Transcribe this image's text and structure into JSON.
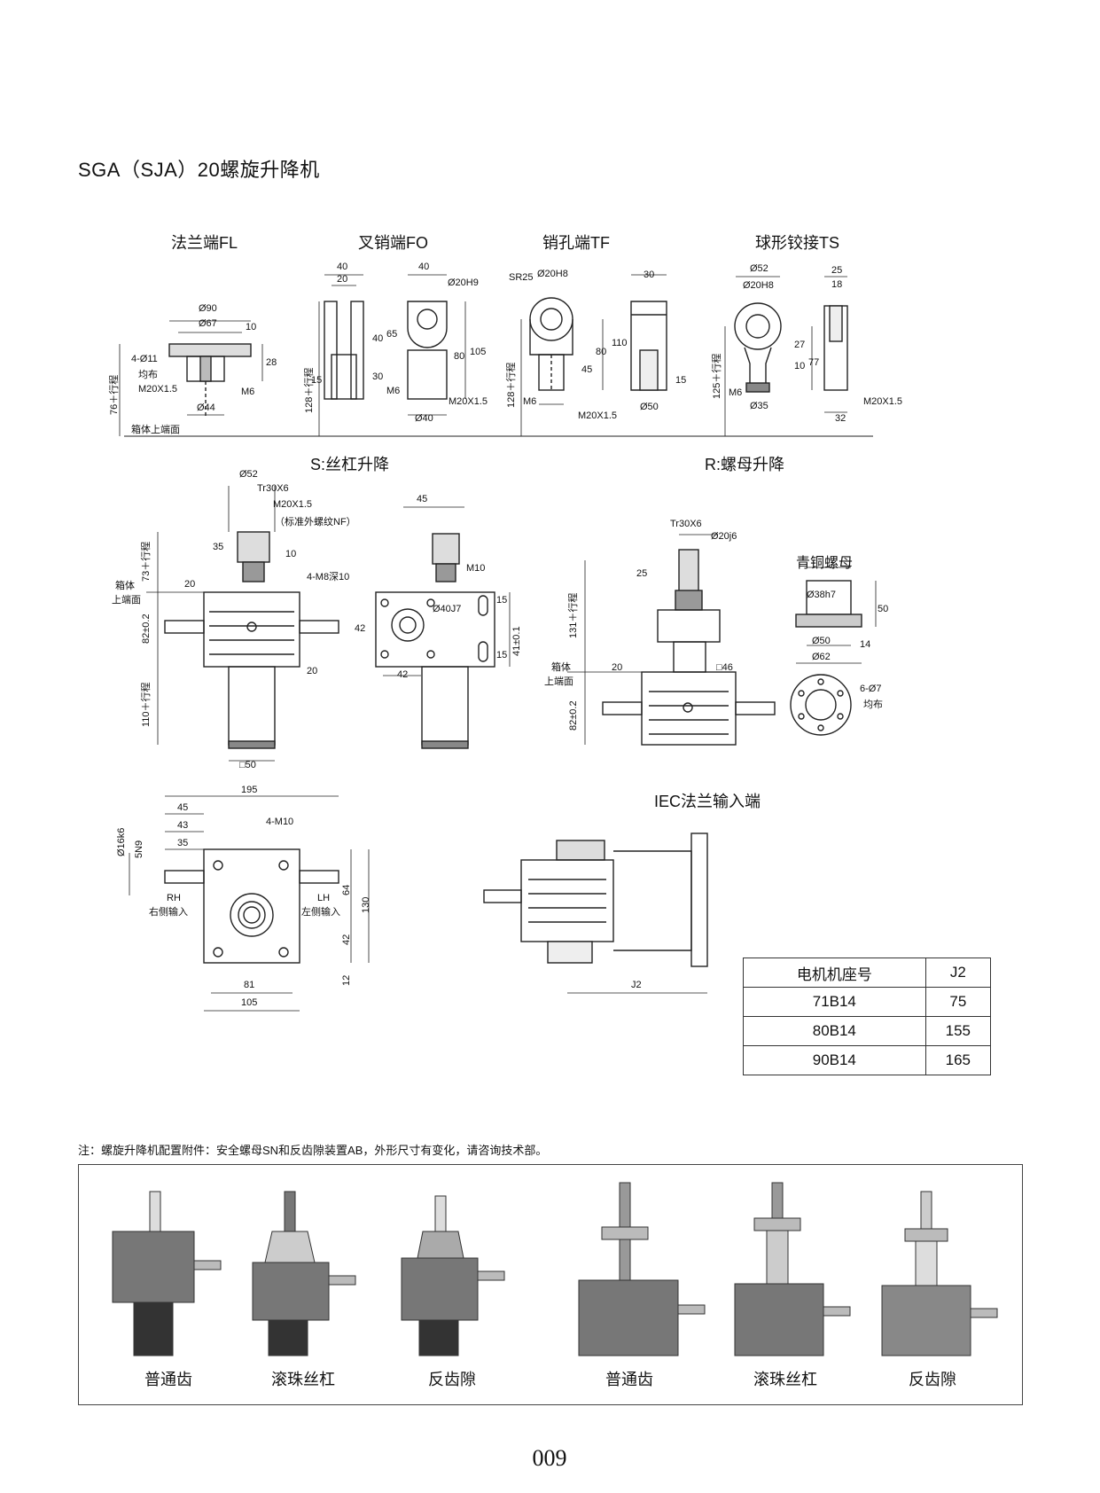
{
  "title": "SGA（SJA）20螺旋升降机",
  "ends": {
    "fl": {
      "title": "法兰端FL",
      "d1": "Ø90",
      "d2": "Ø67",
      "h1": "10",
      "h2": "28",
      "holes": "4-Ø11",
      "even": "均布",
      "thread": "M20X1.5",
      "d3": "Ø44",
      "m": "M6",
      "stroke": "76＋行程"
    },
    "fo": {
      "title": "叉销端FO",
      "w1": "40",
      "w2": "20",
      "w3": "40",
      "hole": "Ø20H9",
      "h1": "65",
      "h2": "40",
      "h3": "30",
      "h4": "80",
      "h5": "105",
      "h6": "15",
      "m": "M6",
      "thread": "M20X1.5",
      "d": "Ø40",
      "stroke": "128＋行程"
    },
    "tf": {
      "title": "销孔端TF",
      "sr": "SR25",
      "hole": "Ø20H8",
      "w": "30",
      "h1": "110",
      "h2": "80",
      "h3": "45",
      "h4": "15",
      "m": "M6",
      "thread": "M20X1.5",
      "d": "Ø50",
      "stroke": "128＋行程"
    },
    "ts": {
      "title": "球形铰接TS",
      "d1": "Ø52",
      "hole": "Ø20H8",
      "w1": "25",
      "w2": "18",
      "h1": "27",
      "h2": "77",
      "h3": "10",
      "m": "M6",
      "d2": "Ø35",
      "w3": "32",
      "thread": "M20X1.5",
      "stroke": "125＋行程"
    },
    "box_top": "箱体上端面"
  },
  "s_lift": {
    "title": "S:丝杠升降",
    "d52": "Ø52",
    "tr": "Tr30X6",
    "thread": "M20X1.5",
    "thread_note": "（标准外螺纹NF）",
    "h35": "35",
    "h10": "10",
    "h20a": "20",
    "h20b": "20",
    "stroke73": "73＋行程",
    "box_top_a": "箱体",
    "box_top_b": "上端面",
    "h82": "82±0.2",
    "stroke110": "110＋行程",
    "sq50": "□50",
    "w45": "45",
    "m8": "4-M8深10",
    "m10": "M10",
    "d40": "Ø40J7",
    "h42a": "42",
    "w42b": "42",
    "h15a": "15",
    "h15b": "15",
    "h41": "41±0.1"
  },
  "r_lift": {
    "title": "R:螺母升降",
    "tr": "Tr30X6",
    "d20": "Ø20j6",
    "h25": "25",
    "stroke131": "131＋行程",
    "box_top_a": "箱体",
    "box_top_b": "上端面",
    "h20": "20",
    "sq46": "□46",
    "h82": "82±0.2",
    "nut_title": "青铜螺母",
    "d38": "Ø38h7",
    "h50": "50",
    "d50": "Ø50",
    "d62": "Ø62",
    "h14": "14",
    "holes": "6-Ø7",
    "even": "均布"
  },
  "top_view": {
    "w195": "195",
    "w45": "45",
    "w43": "43",
    "w35": "35",
    "m10": "4-M10",
    "d16": "Ø16k6",
    "key": "5N9",
    "rh": "RH",
    "rh_note": "右侧输入",
    "lh": "LH",
    "lh_note": "左侧输入",
    "h64": "64",
    "h130": "130",
    "h42": "42",
    "h12": "12",
    "w81": "81",
    "w105": "105"
  },
  "iec": {
    "title": "IEC法兰输入端",
    "j2": "J2"
  },
  "motor_table": {
    "headers": [
      "电机机座号",
      "J2"
    ],
    "rows": [
      [
        "71B14",
        "75"
      ],
      [
        "80B14",
        "155"
      ],
      [
        "90B14",
        "165"
      ]
    ]
  },
  "note": "注：螺旋升降机配置附件：安全螺母SN和反齿隙装置AB，外形尺寸有变化，请咨询技术部。",
  "photos": [
    "普通齿",
    "滚珠丝杠",
    "反齿隙",
    "普通齿",
    "滚珠丝杠",
    "反齿隙"
  ],
  "page_number": "009"
}
